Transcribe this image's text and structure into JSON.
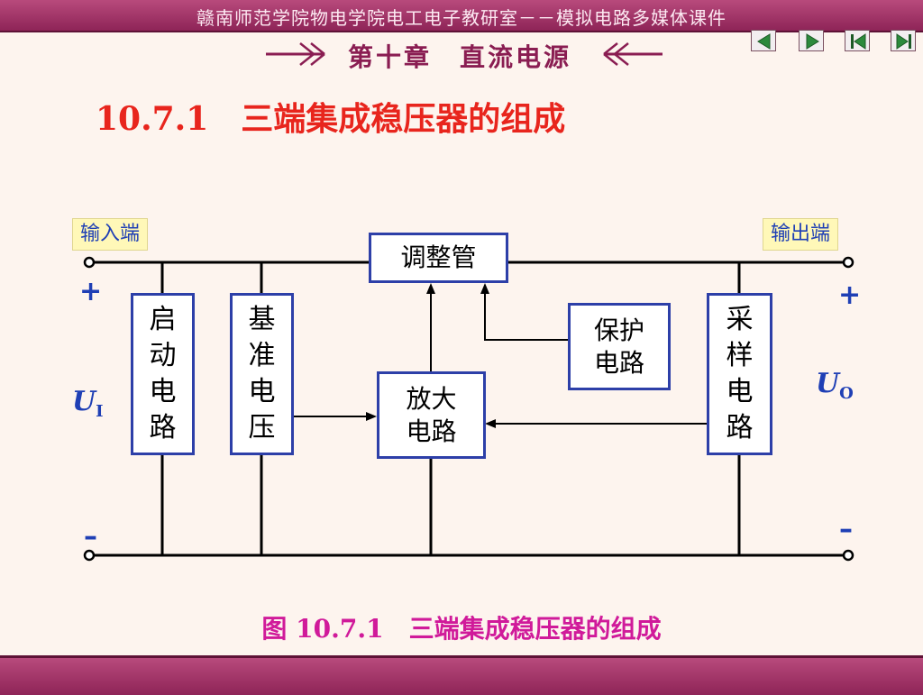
{
  "header": {
    "title": "赣南师范学院物电学院电工电子教研室－－模拟电路多媒体课件",
    "chapter": "第十章　直流电源"
  },
  "nav": {
    "buttons": [
      {
        "name": "prev-button",
        "icon": "triangle-left"
      },
      {
        "name": "next-button",
        "icon": "triangle-right"
      },
      {
        "name": "first-button",
        "icon": "skip-first"
      },
      {
        "name": "last-button",
        "icon": "skip-last"
      }
    ]
  },
  "section_title": "10.7.1　三端集成稳压器的组成",
  "diagram": {
    "input_label": "输入端",
    "output_label": "输出端",
    "plus": "+",
    "minus": "–",
    "ui_main": "U",
    "ui_sub": "I",
    "uo_main": "U",
    "uo_sub": "O",
    "blocks": {
      "regulator": "调整管",
      "startup": "启动电路",
      "reference": "基准电压",
      "amplifier": "放大电路",
      "protection": "保护电路",
      "sampling": "采样电路"
    },
    "colors": {
      "block_border": "#2d3fa8",
      "label_bg": "#fff8b8",
      "accent_text": "#1f3fb5"
    }
  },
  "caption": "图 10.7.1　三端集成稳压器的组成",
  "colors": {
    "bar": "#a53a6c",
    "title_red": "#e8251d",
    "caption_magenta": "#d01a9a"
  }
}
